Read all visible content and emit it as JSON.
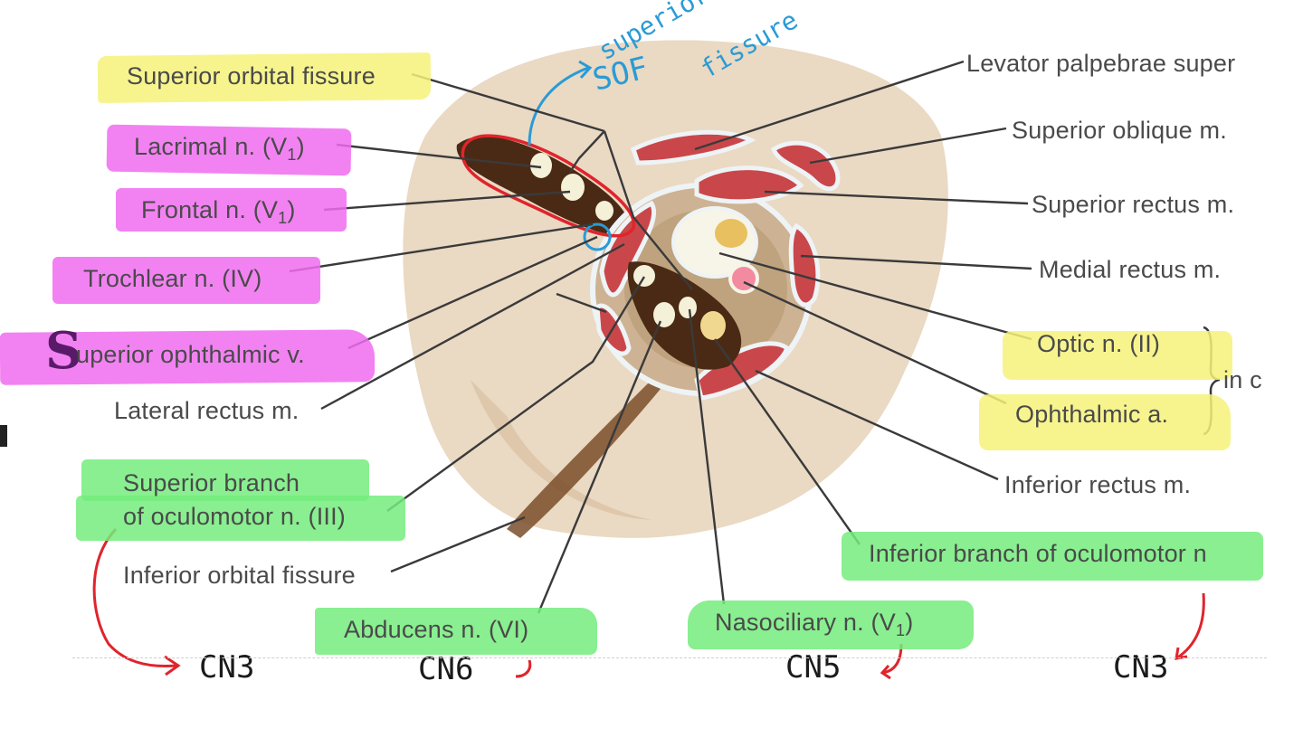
{
  "labels": {
    "superior_orbital_fissure": "Superior orbital fissure",
    "lacrimal_prefix": "Lacrimal n. (V",
    "frontal_prefix": "Frontal n. (V",
    "v_sub": "1",
    "close_paren": ")",
    "trochlear": "Trochlear n. (IV)",
    "superior_ophthalmic_big_s": "S",
    "superior_ophthalmic_rest": "uperior ophthalmic v.",
    "lateral_rectus": "Lateral rectus m.",
    "superior_branch_line1": "Superior branch",
    "superior_branch_line2": "of oculomotor n. (III)",
    "inferior_orbital_fissure": "Inferior orbital fissure",
    "abducens": "Abducens n. (VI)",
    "nasociliary_prefix": "Nasociliary n. (V",
    "levator": "Levator palpebrae super",
    "superior_oblique": "Superior oblique m.",
    "superior_rectus": "Superior rectus m.",
    "medial_rectus": "Medial rectus m.",
    "optic": "Optic n. (II)",
    "ophthalmic_artery": "Ophthalmic a.",
    "in_canal_fragment": "in c",
    "inferior_rectus": "Inferior rectus m.",
    "inferior_branch": "Inferior branch of oculomotor n"
  },
  "handwriting": {
    "sof": "SOF",
    "sof_line2": "superior orbital",
    "sof_line3": "fissure",
    "cn_first": "CN3",
    "cn_second": "CN6",
    "cn_third": "CN5",
    "cn_fourth": "CN3"
  },
  "colors": {
    "highlight_yellow": "#f6f27a",
    "highlight_pink": "#f06cf0",
    "highlight_green": "#74ec7c",
    "ink_red": "#e0242c",
    "ink_blue": "#2a9bd6",
    "leader_line": "#3a3a3a",
    "muscle_red": "#c9474a",
    "skin_tan": "#e6d2b8"
  }
}
